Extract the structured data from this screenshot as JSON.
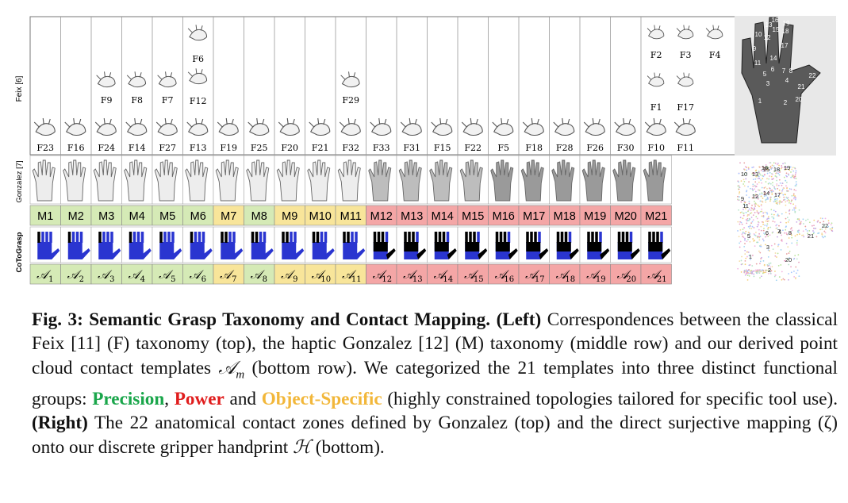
{
  "left_panel": {
    "row_labels": {
      "feix": "Feix [6]",
      "gonzalez": "Gonzalez [7]",
      "cotograsp": "CoToGrasp"
    },
    "feix_columns": [
      {
        "bottom": "F23",
        "upper": []
      },
      {
        "bottom": "F16",
        "upper": []
      },
      {
        "bottom": "F24",
        "upper": [
          "F9"
        ]
      },
      {
        "bottom": "F14",
        "upper": [
          "F8"
        ]
      },
      {
        "bottom": "F27",
        "upper": [
          "F7"
        ]
      },
      {
        "bottom": "F13",
        "upper": [
          "F6",
          "F12"
        ]
      },
      {
        "bottom": "F19",
        "upper": []
      },
      {
        "bottom": "F25",
        "upper": []
      },
      {
        "bottom": "F20",
        "upper": []
      },
      {
        "bottom": "F21",
        "upper": []
      },
      {
        "bottom": "F32",
        "upper": [
          "F29"
        ]
      },
      {
        "bottom": "F33",
        "upper": []
      },
      {
        "bottom": "F31",
        "upper": []
      },
      {
        "bottom": "F15",
        "upper": []
      },
      {
        "bottom": "F22",
        "upper": []
      },
      {
        "bottom": "F5",
        "upper": []
      },
      {
        "bottom": "F18",
        "upper": []
      },
      {
        "bottom": "F28",
        "upper": []
      },
      {
        "bottom": "F26",
        "upper": []
      },
      {
        "bottom": "F30",
        "upper": []
      },
      {
        "bottom": "F10",
        "upper": [
          "F2",
          "F1"
        ]
      },
      {
        "bottom": "F11",
        "upper": [
          "F3",
          "F17"
        ]
      },
      {
        "bottom": "",
        "upper": [
          "F4"
        ]
      }
    ],
    "m_labels": [
      "M1",
      "M2",
      "M3",
      "M4",
      "M5",
      "M6",
      "M7",
      "M8",
      "M9",
      "M10",
      "M11",
      "M12",
      "M13",
      "M14",
      "M15",
      "M16",
      "M17",
      "M18",
      "M19",
      "M20",
      "M21"
    ],
    "a_labels": [
      "1",
      "2",
      "3",
      "4",
      "5",
      "6",
      "7",
      "8",
      "9",
      "10",
      "11",
      "12",
      "13",
      "14",
      "15",
      "16",
      "17",
      "18",
      "19",
      "20",
      "21"
    ],
    "a_symbol": "𝒜",
    "groups": [
      "precision",
      "precision",
      "precision",
      "precision",
      "precision",
      "precision",
      "object",
      "precision",
      "object",
      "object",
      "object",
      "power",
      "power",
      "power",
      "power",
      "power",
      "power",
      "power",
      "power",
      "power",
      "power"
    ],
    "colors": {
      "precision": "#d5eab6",
      "power": "#f4a6a6",
      "object": "#f8e59a"
    }
  },
  "right_panel": {
    "palm_zones_top": [
      "1",
      "2",
      "3",
      "4",
      "5",
      "6",
      "7",
      "8",
      "9",
      "10",
      "11",
      "12",
      "13",
      "14",
      "15",
      "16",
      "17",
      "18",
      "19",
      "20",
      "21",
      "22"
    ],
    "palm_zones_bottom": [
      "1",
      "2",
      "3",
      "4",
      "5",
      "6",
      "7",
      "8",
      "9",
      "10",
      "11",
      "12",
      "13",
      "14",
      "15",
      "16",
      "17",
      "18",
      "19",
      "20",
      "21",
      "22"
    ]
  },
  "caption": {
    "fig": "Fig. 3: Semantic Grasp Taxonomy and Contact Mapping.",
    "left_tag": "(Left)",
    "p1": "Correspondences between the classical Feix [11] (F) taxonomy (top), the haptic Gonzalez [12] (M) taxonomy (middle row) and our derived point cloud contact templates ",
    "am": "𝒜",
    "am_sub": "m",
    "p2": " (bottom row). We categorized the 21 templates into three distinct functional groups: ",
    "precision": "Precision",
    "comma": ", ",
    "power": "Power",
    "and": " and ",
    "object": "Object-Specific",
    "p3": " (highly constrained topologies tailored for specific tool use). ",
    "right_tag": "(Right)",
    "p4": " The 22 anatomical contact zones defined by Gonzalez (top) and the direct surjective mapping (ζ) onto our discrete gripper handprint ",
    "h": "ℋ",
    "p5": " (bottom).",
    "colors": {
      "precision": "#1aa64b",
      "power": "#e01d1d",
      "object": "#f2b73a"
    }
  }
}
